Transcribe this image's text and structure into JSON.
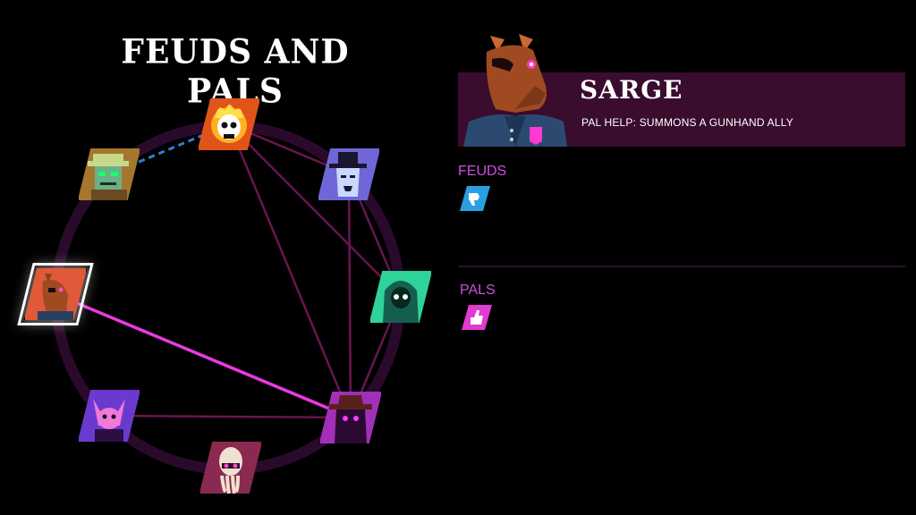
{
  "title": "FEUDS AND PALS",
  "selected_character": {
    "name": "SARGE",
    "pal_help": "PAL HELP: SUMMONS A GUNHAND ALLY"
  },
  "sections": {
    "feuds_label": "FEUDS",
    "pals_label": "PALS"
  },
  "colors": {
    "background": "#000000",
    "ring": "#2a0a2a",
    "feud_line": "#6a1550",
    "pal_line": "#e83ae0",
    "pending_line": "#2f7fd6",
    "info_bar": "#3a0c2e",
    "section_label": "#cf4fe0",
    "feud_badge": "#2a9fe0",
    "pal_badge": "#e33ad0"
  },
  "characters": [
    {
      "id": "flame-skull",
      "portrait_icon": "flaming-skull-icon",
      "bg": "#e0541a",
      "selected": false
    },
    {
      "id": "top-hat",
      "portrait_icon": "top-hat-ghost-icon",
      "bg": "#6f66d8",
      "selected": false
    },
    {
      "id": "hooded-green",
      "portrait_icon": "hooded-figure-icon",
      "bg": "#2fd39a",
      "selected": false
    },
    {
      "id": "purple-hat",
      "portrait_icon": "cowboy-hat-shadow-icon",
      "bg": "#a22fb8",
      "selected": false
    },
    {
      "id": "squid",
      "portrait_icon": "squid-head-icon",
      "bg": "#8a2a50",
      "selected": false
    },
    {
      "id": "pink-imp",
      "portrait_icon": "pink-imp-icon",
      "bg": "#6a3ad0",
      "selected": false
    },
    {
      "id": "sarge",
      "portrait_icon": "horse-head-icon",
      "bg": "#e05a3a",
      "selected": true
    },
    {
      "id": "green-zombie",
      "portrait_icon": "zombie-hat-icon",
      "bg": "#a5772e",
      "selected": false
    }
  ],
  "relations": [
    {
      "from": "flame-skull",
      "to": "top-hat",
      "kind": "feud"
    },
    {
      "from": "flame-skull",
      "to": "hooded-green",
      "kind": "feud"
    },
    {
      "from": "flame-skull",
      "to": "purple-hat",
      "kind": "feud"
    },
    {
      "from": "top-hat",
      "to": "hooded-green",
      "kind": "feud"
    },
    {
      "from": "top-hat",
      "to": "purple-hat",
      "kind": "feud"
    },
    {
      "from": "hooded-green",
      "to": "purple-hat",
      "kind": "feud"
    },
    {
      "from": "pink-imp",
      "to": "purple-hat",
      "kind": "feud"
    },
    {
      "from": "sarge",
      "to": "purple-hat",
      "kind": "pal"
    },
    {
      "from": "green-zombie",
      "to": "flame-skull",
      "kind": "pending"
    }
  ]
}
